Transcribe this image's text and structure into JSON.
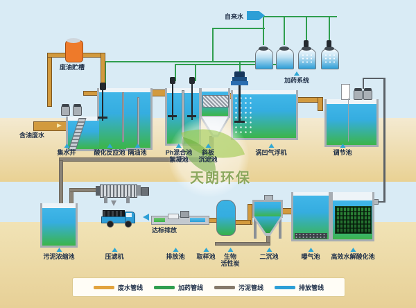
{
  "diagram": {
    "brand_watermark": "天朗环保",
    "inputs": {
      "tap_water": "自来水",
      "oily_wastewater": "含油废水"
    },
    "equipment": {
      "waste_oil_tank": "废油贮槽",
      "collecting_well": "集水井",
      "acidification_tank": "酸化反应池",
      "oil_separation_tank": "隔油池",
      "ph_mixing_line1": "Ph混合池",
      "ph_mixing_line2": "絮凝池",
      "inclined_plate_line1": "斜板",
      "inclined_plate_line2": "沉淀池",
      "dosing_system": "加药系统",
      "caf_machine": "涡凹气浮机",
      "regulating_tank": "调节池",
      "sludge_thickener": "污泥浓缩池",
      "filter_press": "压滤机",
      "standard_discharge": "达标排放",
      "discharge_tank": "排放池",
      "sampling_tank": "取样池",
      "bio_carbon_line1": "生物",
      "bio_carbon_line2": "活性炭",
      "secondary_sedimentation": "二沉池",
      "aeration_tank": "曝气池",
      "hydrolysis_tank": "高效水解酸化池"
    },
    "legend": {
      "items": [
        {
          "label": "废水管线",
          "color": "#e2a33d"
        },
        {
          "label": "加药管线",
          "color": "#2f9e4e"
        },
        {
          "label": "污泥管线",
          "color": "#85796a"
        },
        {
          "label": "排放管线",
          "color": "#2d9fd6"
        }
      ]
    },
    "colors": {
      "sky": "#d9ebf5",
      "sand": "#e9d193",
      "tank_water_top": "#41b6e8",
      "tank_water_bottom": "#3cb54a",
      "waste_oil_tank": "#ee7a2a",
      "wastewater_pipe": "#d29a3e",
      "dosing_pipe": "#2f9e4e",
      "sludge_pipe": "#8b8478",
      "discharge_pipe": "#2d9fd6"
    }
  }
}
